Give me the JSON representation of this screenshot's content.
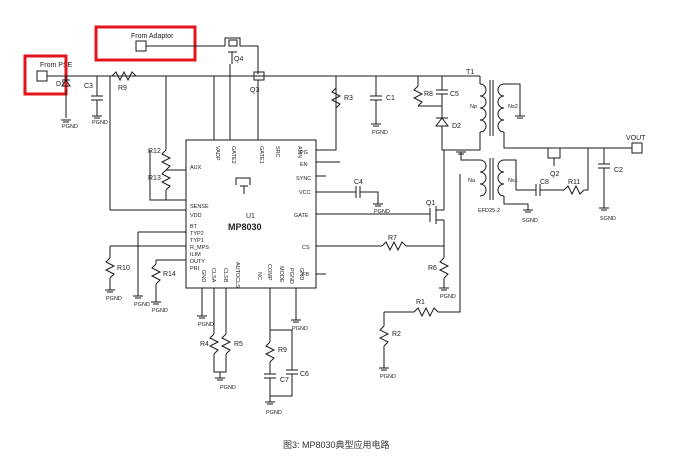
{
  "colors": {
    "wire": "#1a1a1a",
    "highlight": "#e3141b",
    "background": "#ffffff"
  },
  "chip": {
    "name": "MP8030",
    "ref": "U1"
  },
  "inputs": {
    "ps": "From PSE",
    "adaptor": "From Adaptor"
  },
  "output": "VOUT",
  "transformer": {
    "ref": "T1",
    "core": "EFD25-2",
    "windings": [
      "Np",
      "Ns2",
      "Na",
      "Ns1"
    ]
  },
  "ground_labels": {
    "pgnd": "PGND",
    "sgnd": "SGND"
  },
  "left_pins": [
    "AUX",
    "SENSE",
    "VDD",
    "BT",
    "TYP2",
    "TYP1",
    "R_MPS",
    "ILIM",
    "DUTY",
    "PRI"
  ],
  "top_pins": [
    "VADP",
    "GATE2",
    "GATE1",
    "SRC",
    "AMN"
  ],
  "right_pins": [
    "PG",
    "EN",
    "SYNC",
    "VCC",
    "GATE",
    "CS",
    "FB"
  ],
  "bottom_pins": [
    "GND",
    "CLSA",
    "CLSB",
    "AUTOCLS",
    "NC",
    "COMP",
    "MODE",
    "PGND",
    "GND"
  ],
  "components": [
    "D1",
    "C3",
    "R9",
    "Q4",
    "Q3",
    "R12",
    "R13",
    "R3",
    "C1",
    "R8",
    "C5",
    "D2",
    "C4",
    "Q1",
    "R7",
    "R6",
    "R1",
    "R2",
    "R10",
    "R14",
    "R4",
    "R5",
    "R9",
    "C7",
    "C6",
    "Q2",
    "C8",
    "R11",
    "C2"
  ],
  "caption": "图3: MP8030典型应用电路"
}
